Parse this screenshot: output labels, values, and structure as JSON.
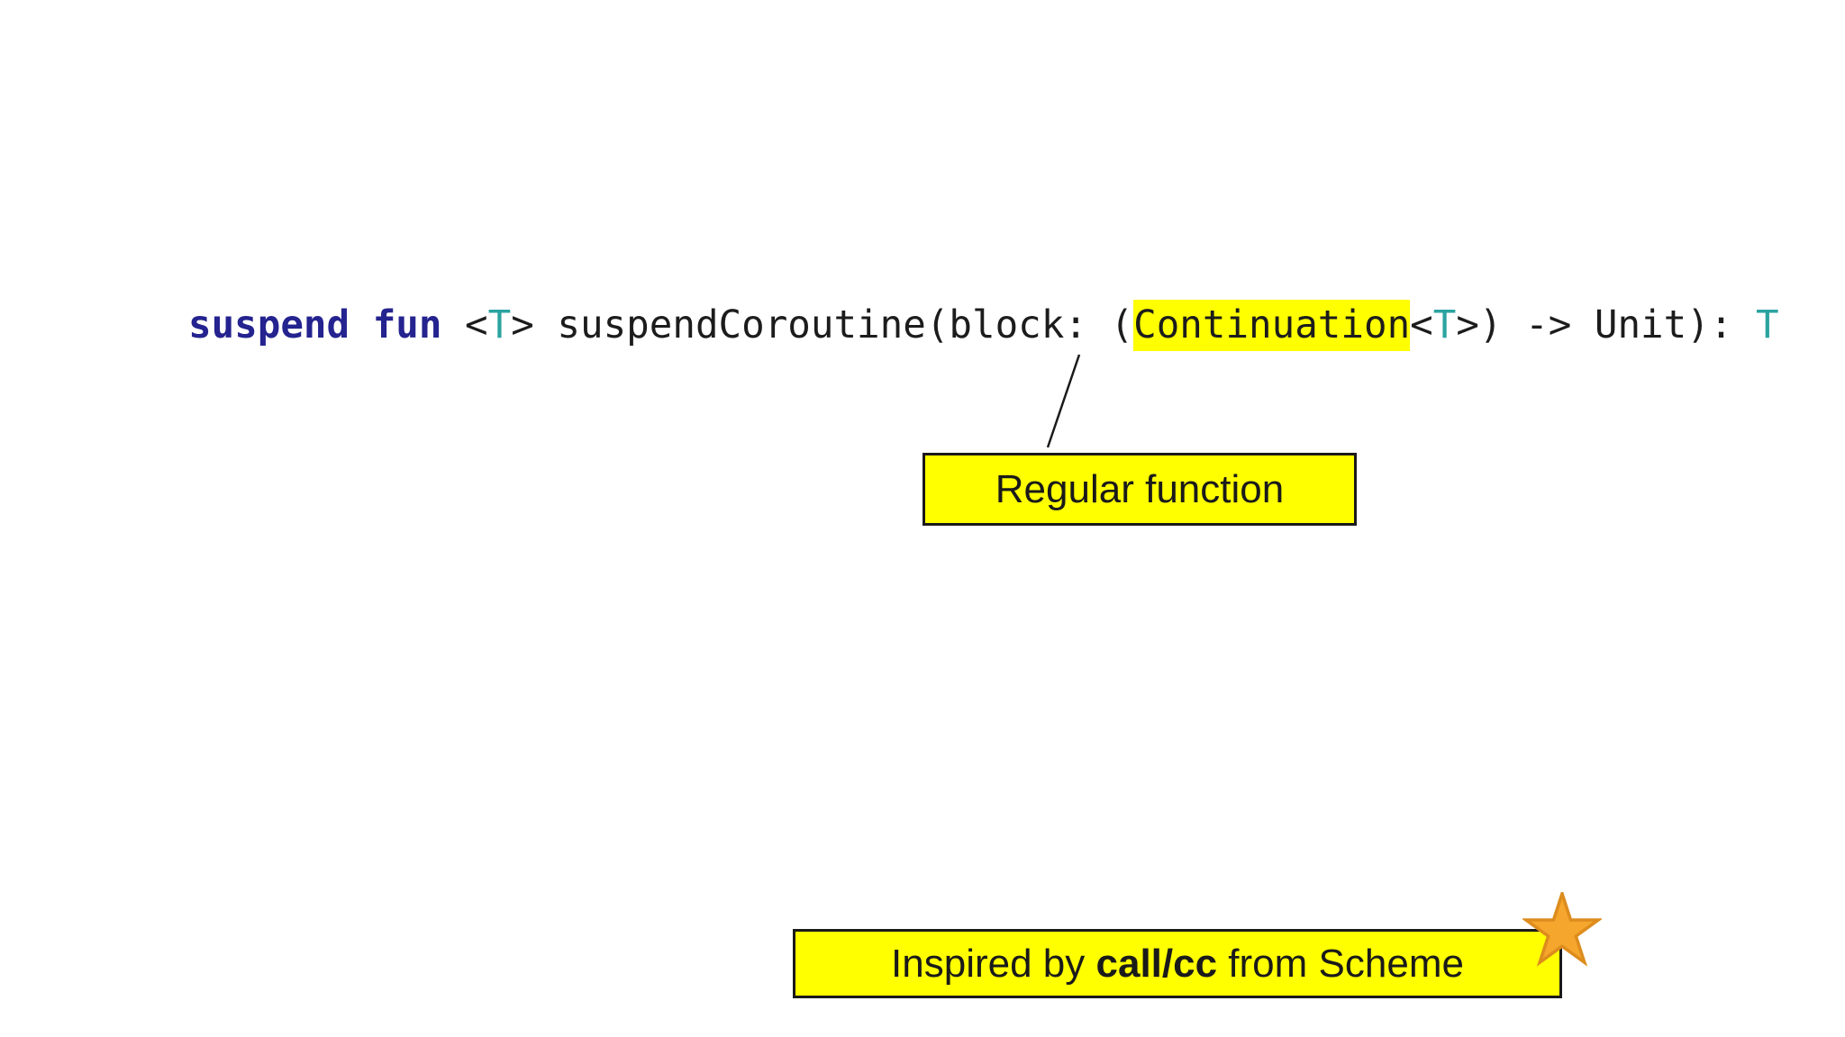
{
  "slide": {
    "background": "#ffffff",
    "code": {
      "full_text": "suspend fun <T> suspendCoroutine(block: (Continuation<T>) -> Unit): T",
      "segments": [
        {
          "text": "suspend fun",
          "style": "keyword"
        },
        {
          "text": " <",
          "style": "plain"
        },
        {
          "text": "T",
          "style": "type"
        },
        {
          "text": "> suspendCoroutine(block: (",
          "style": "plain"
        },
        {
          "text": "Continuation",
          "style": "plain",
          "highlight": true
        },
        {
          "text": "<",
          "style": "plain"
        },
        {
          "text": "T",
          "style": "type"
        },
        {
          "text": ">) -> Unit): ",
          "style": "plain"
        },
        {
          "text": "T",
          "style": "type"
        }
      ],
      "colors": {
        "keyword": "#24238f",
        "type": "#2ba3a0",
        "plain": "#1c1c1c",
        "highlight": "#ffff00"
      }
    },
    "callout": {
      "label": "Regular function",
      "fill": "#ffff00",
      "border": "#1a1a1a"
    },
    "footnote": {
      "prefix": "Inspired by ",
      "bold": "call/cc",
      "suffix": " from Scheme",
      "fill": "#ffff00",
      "border": "#1a1a1a"
    },
    "star_icon": {
      "fill": "#f5a62c",
      "stroke": "#dd8c1e"
    }
  }
}
